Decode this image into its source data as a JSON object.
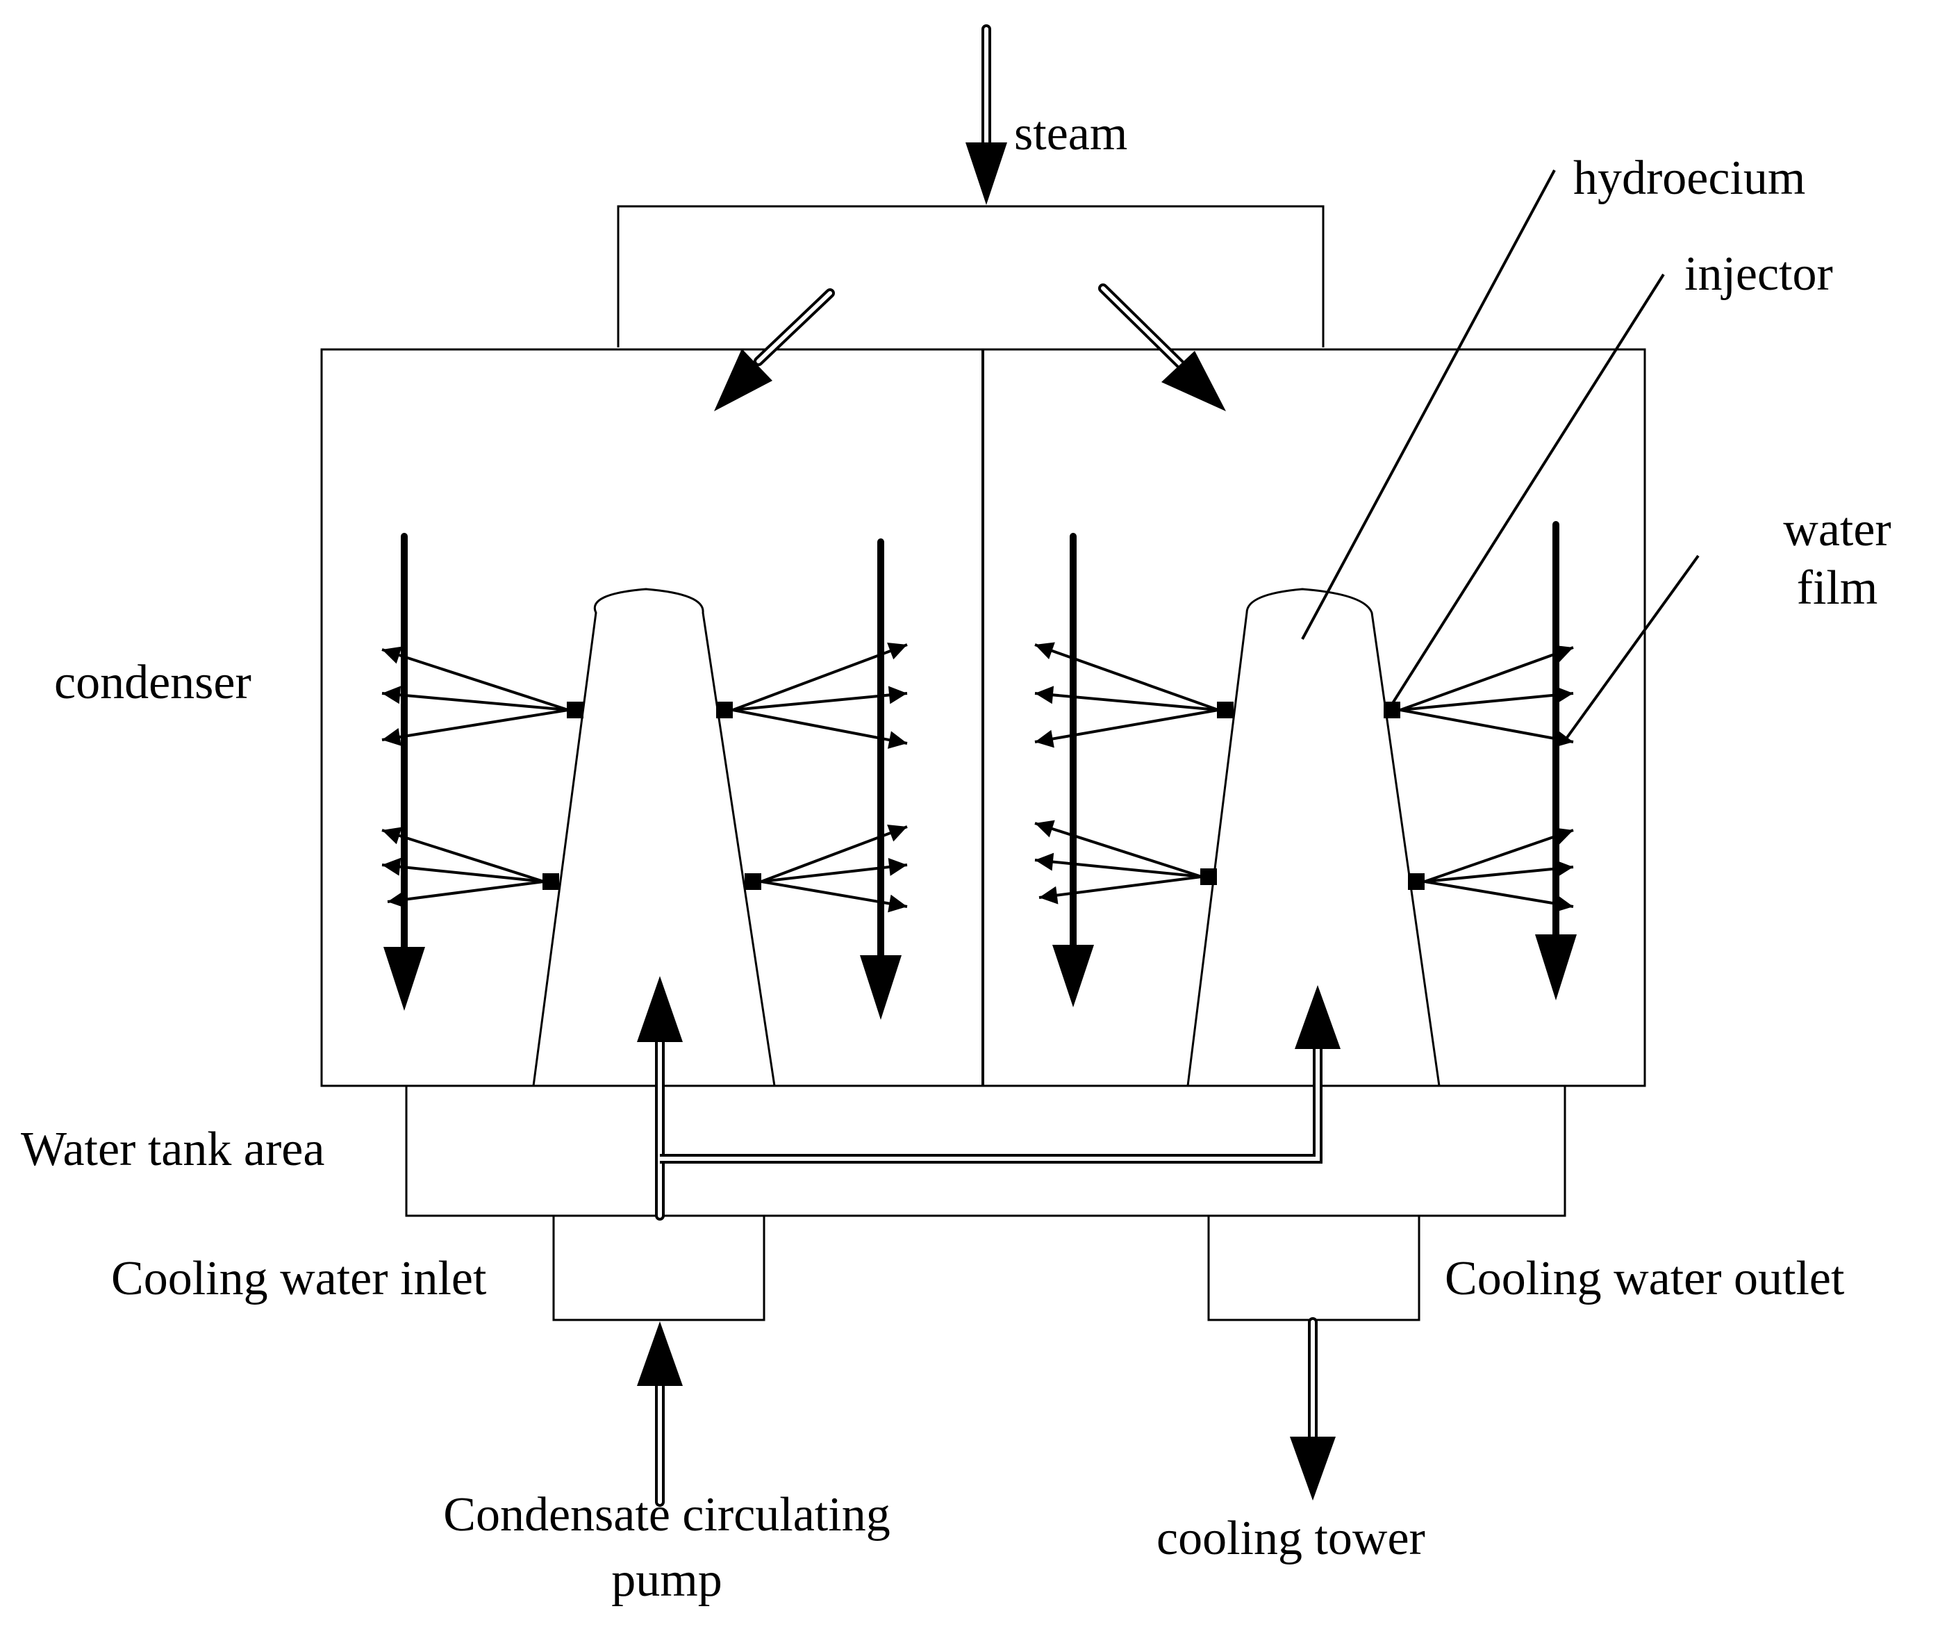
{
  "diagram": {
    "labels": {
      "steam": "steam",
      "hydroecium": "hydroecium",
      "injector": "injector",
      "water_film_line1": "water",
      "water_film_line2": "film",
      "condenser": "condenser",
      "water_tank_area": "Water tank area",
      "cooling_water_inlet": "Cooling water inlet",
      "cooling_water_outlet": "Cooling water outlet",
      "pump_line1": "Condensate circulating",
      "pump_line2": "pump",
      "cooling_tower": "cooling tower"
    },
    "colors": {
      "stroke": "#000000",
      "background": "#ffffff"
    }
  }
}
